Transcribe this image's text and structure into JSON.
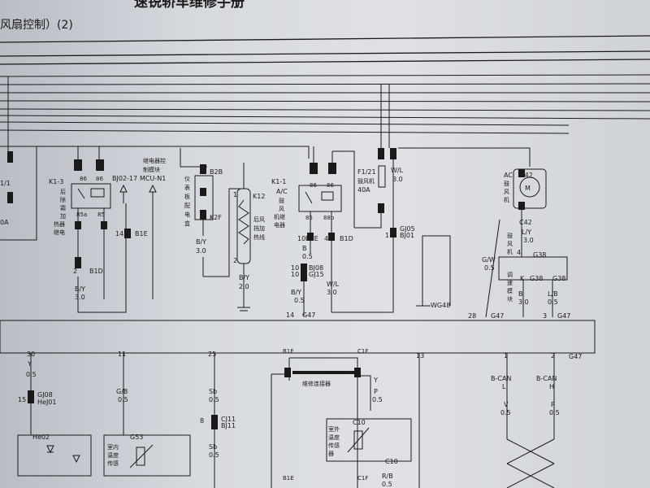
{
  "header": {
    "manual_title": "速锐轿车维修手册",
    "section_title": "风扇控制）(2)"
  },
  "components": {
    "left_fuse": {
      "label": "1/1",
      "rating": "0A"
    },
    "relay_k13": {
      "label": "K1-3"
    },
    "relay_k11": {
      "label": "K1-1"
    },
    "heater_k12": {
      "label": "K12"
    },
    "fuse_f121": {
      "label": "F1/21",
      "rating": "40A"
    },
    "blower_motor": {
      "label": "C42"
    },
    "speed_module": {
      "label": "G38"
    },
    "sensor_c10": {
      "label": "C10"
    }
  },
  "labels": {
    "bj02": "BJ02-17",
    "mcu": "MCU-N1",
    "b1d": "B1D",
    "b1e": "B1E",
    "b2b": "B2B",
    "k2f": "K2F",
    "by30": "B/Y",
    "by20": "B/Y",
    "by05": "B/Y",
    "b05_wire": "B",
    "bj08": "BJ08",
    "gj15": "GJ15",
    "g47": "G47",
    "wl30": "W/L",
    "gj05": "GJ05",
    "bj01": "BJ01",
    "wg48": "WG48",
    "c42_bot": "C42",
    "ly30": "L/Y",
    "gw05": "G/W",
    "lb05": "L/B",
    "y_wire": "Y",
    "gj08": "GJ08",
    "hej01": "HeJ01",
    "he02": "He02",
    "gb05": "G/B",
    "g53": "G53",
    "sb05": "Sb",
    "cj11": "CJ11",
    "bj11": "BJ11",
    "c1f": "C1F",
    "rb05": "R/B",
    "can_low": "B-CAN",
    "can_high": "B-CAN",
    "v05": "V",
    "p05": "P"
  }
}
